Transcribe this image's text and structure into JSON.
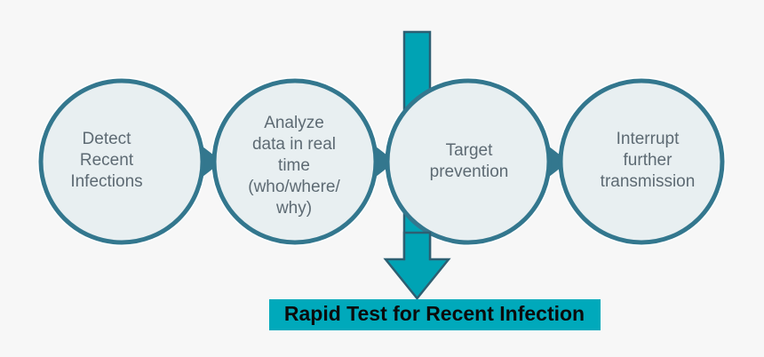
{
  "diagram": {
    "title": "Rapid Test for Recent Infection process flow",
    "background_color": "#f7f7f7",
    "colors": {
      "circle_fill": "#e8eff1",
      "circle_stroke": "#33778e",
      "chevron": "#33778e",
      "arrow_fill": "#00a3b4",
      "arrow_stroke": "#2d5f72",
      "banner_fill": "#00a9bb",
      "node_text": "#5d6a73",
      "banner_text": "#0b0b0b"
    },
    "steps": [
      {
        "id": "step-1",
        "name": "detect-recent-infections",
        "lines": [
          "Detect",
          "Recent",
          "Infections"
        ]
      },
      {
        "id": "step-2",
        "name": "analyze-data-in-real-time",
        "lines": [
          "Analyze",
          "data in real",
          "time",
          "(who/where/",
          "why)"
        ]
      },
      {
        "id": "step-3",
        "name": "target-prevention",
        "lines": [
          "Target",
          "prevention"
        ]
      },
      {
        "id": "step-4",
        "name": "interrupt-further-transmission",
        "lines": [
          "Interrupt",
          "further",
          "transmission"
        ]
      }
    ],
    "connectors": [
      {
        "id": "chevron-1",
        "name": "chevron-step1-to-step2"
      },
      {
        "id": "chevron-2",
        "name": "chevron-step2-to-step3"
      },
      {
        "id": "chevron-3",
        "name": "chevron-step3-to-step4"
      }
    ],
    "down_arrow": {
      "name": "down-arrow",
      "direction": "down"
    },
    "banner": {
      "label": "Rapid Test for Recent Infection"
    }
  }
}
